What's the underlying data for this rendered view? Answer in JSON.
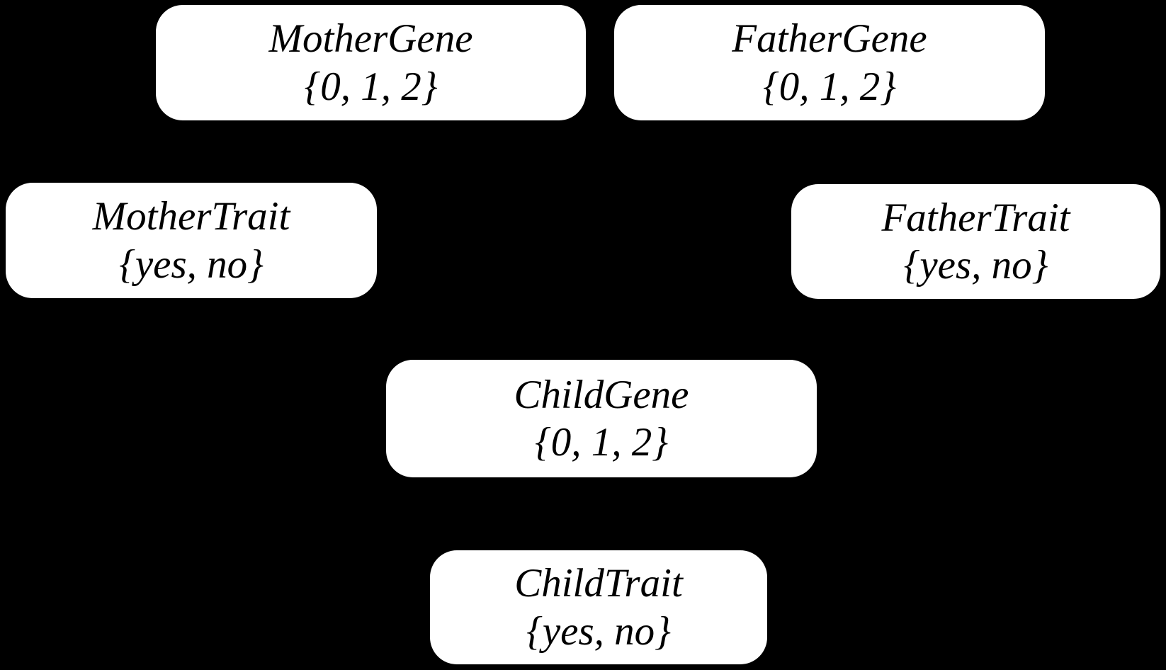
{
  "colors": {
    "background": "#000000",
    "node_fill": "#ffffff",
    "node_text": "#000000"
  },
  "diagram": {
    "nodes": [
      {
        "id": "mother-gene",
        "label": "MotherGene",
        "domain": "{0, 1, 2}"
      },
      {
        "id": "father-gene",
        "label": "FatherGene",
        "domain": "{0, 1, 2}"
      },
      {
        "id": "mother-trait",
        "label": "MotherTrait",
        "domain": "{yes, no}"
      },
      {
        "id": "father-trait",
        "label": "FatherTrait",
        "domain": "{yes, no}"
      },
      {
        "id": "child-gene",
        "label": "ChildGene",
        "domain": "{0, 1, 2}"
      },
      {
        "id": "child-trait",
        "label": "ChildTrait",
        "domain": "{yes, no}"
      }
    ]
  }
}
